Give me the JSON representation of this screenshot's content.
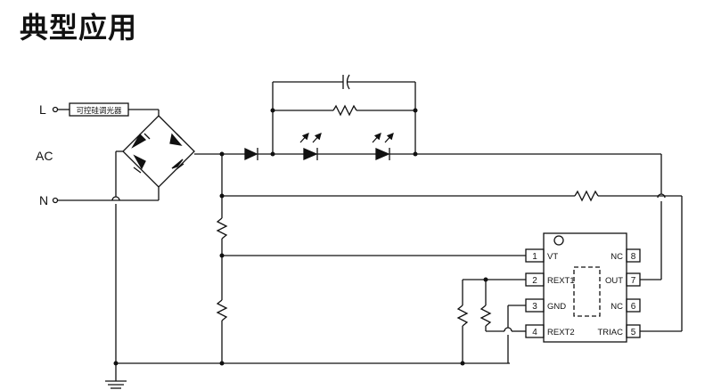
{
  "title": "典型应用",
  "labels": {
    "line": "L",
    "neutral": "N",
    "ac": "AC",
    "dimmer": "可控硅调光器"
  },
  "ic": {
    "pins": [
      {
        "num": "1",
        "name": "VT"
      },
      {
        "num": "2",
        "name": "REXT1"
      },
      {
        "num": "3",
        "name": "GND"
      },
      {
        "num": "4",
        "name": "REXT2"
      },
      {
        "num": "5",
        "name": "TRIAC"
      },
      {
        "num": "6",
        "name": "NC"
      },
      {
        "num": "7",
        "name": "OUT"
      },
      {
        "num": "8",
        "name": "NC"
      }
    ]
  }
}
